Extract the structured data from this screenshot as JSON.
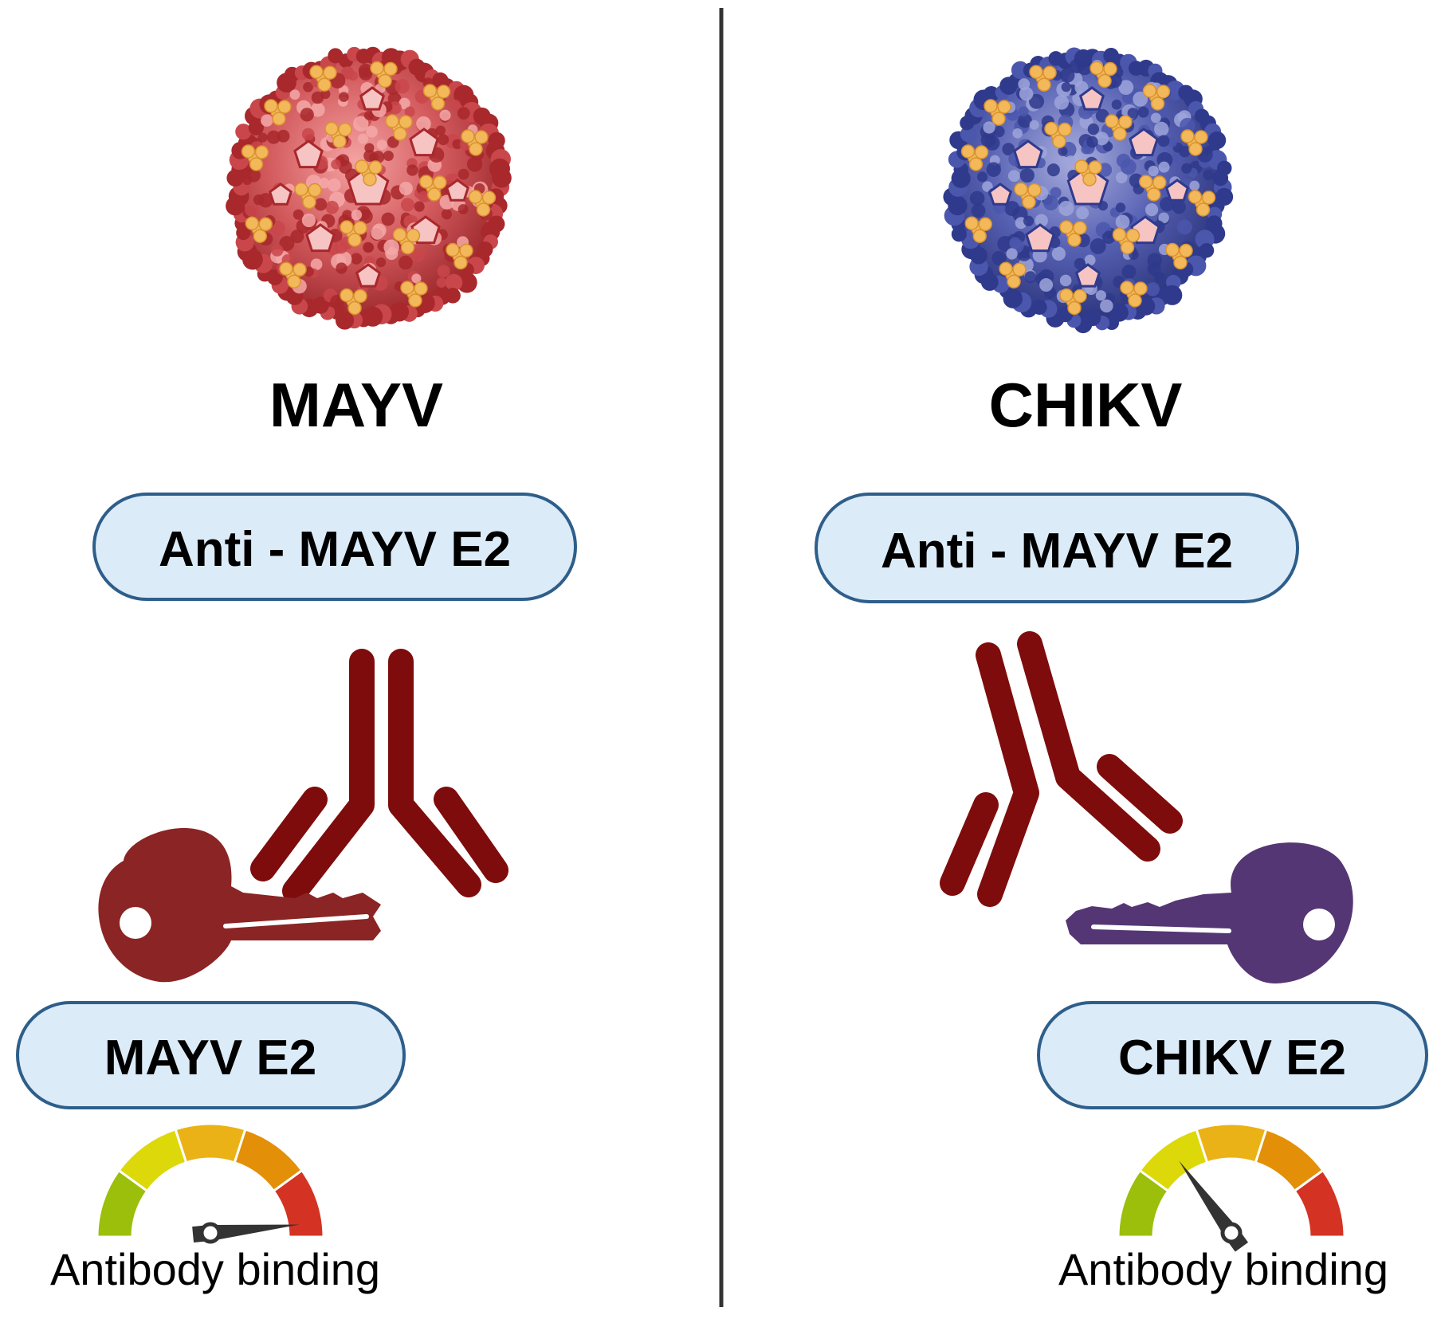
{
  "left_panel": {
    "virus_title": "MAYV",
    "antibody_label": "Anti - MAYV E2",
    "antigen_label": "MAYV E2",
    "gauge_label": "Antibody binding",
    "binding_level": 0.97
  },
  "right_panel": {
    "virus_title": "CHIKV",
    "antibody_label": "Anti - MAYV E2",
    "antigen_label": "CHIKV E2",
    "gauge_label": "Antibody binding",
    "binding_level": 0.3
  },
  "colors": {
    "mayv_virus": "#c0474a",
    "chikv_virus": "#3e4a9e",
    "spike": "#f2b85a",
    "antibody": "#7e0c0c",
    "mayv_key": "#8b2424",
    "chikv_key": "#553674",
    "pill_fill": "#dcebf8",
    "pill_border": "#2e5e8a",
    "divider": "#333333"
  },
  "gauge_colors": [
    "#9bbf0a",
    "#dcd80a",
    "#eab216",
    "#e39008",
    "#d43223"
  ],
  "icons": {
    "virus": "virus-particle-icon",
    "antibody": "antibody-icon",
    "key": "key-icon",
    "gauge": "gauge-icon"
  }
}
